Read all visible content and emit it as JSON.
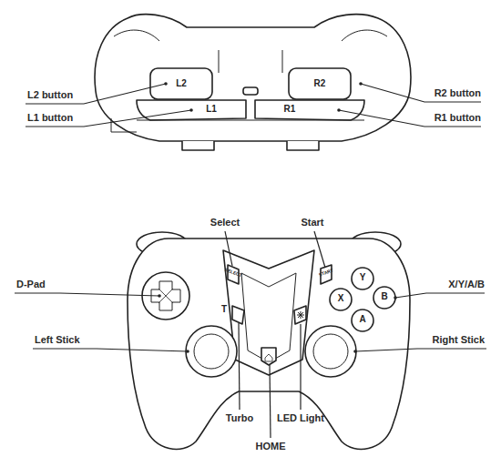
{
  "diagram": {
    "labels": [
      "L2",
      "L2 button",
      "L1",
      "L1 button",
      "R2",
      "R2 button",
      "R1",
      "R1 button",
      "Select",
      "Start",
      "SELECT",
      "START",
      "D-Pad",
      "Y",
      "X",
      "B",
      "A",
      "X/Y/A/B",
      "T",
      "Left Stick",
      "Right Stick",
      "Turbo",
      "LED Light",
      "HOME"
    ]
  }
}
